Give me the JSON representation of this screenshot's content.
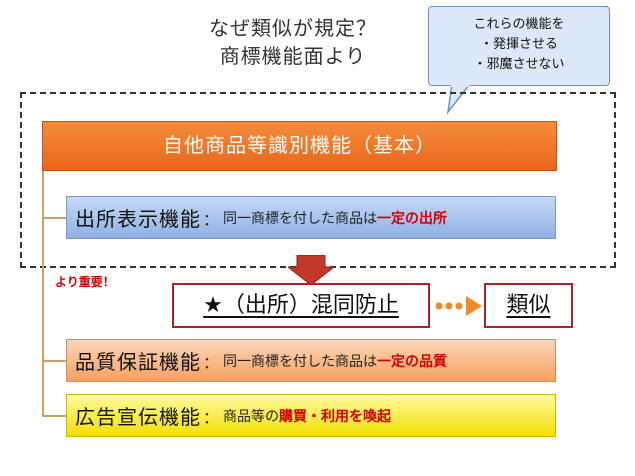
{
  "title": {
    "line1": "なぜ類似が規定？",
    "line2": "商標機能面より"
  },
  "callout": {
    "line1": "これらの機能を",
    "line2": "・発揮させる",
    "line3": "・邪魔させない"
  },
  "main_function": "自他商品等識別機能（基本）",
  "functions": [
    {
      "name": "出所表示機能",
      "colon": "：",
      "desc": "同一商標を付した商品は",
      "highlight": "一定の出所"
    },
    {
      "name": "品質保証機能",
      "colon": "：",
      "desc": "同一商標を付した商品は",
      "highlight": "一定の品質"
    },
    {
      "name": "広告宣伝機能",
      "colon": "：",
      "desc": "商品等の",
      "highlight": "購買・利用を喚起"
    }
  ],
  "more_important": "より重要！",
  "confusion_box": "★（出所）混同防止",
  "similarity_box": "類似",
  "colors": {
    "main_orange": "#e8661a",
    "source_blue": "#8fb1e6",
    "quality_orange": "#f5a060",
    "ad_yellow": "#f3e000",
    "highlight_red": "#d40000",
    "arrow_red": "#c0392b",
    "dots_orange": "#f08a24",
    "callout_bg": "#dbe8f7"
  }
}
